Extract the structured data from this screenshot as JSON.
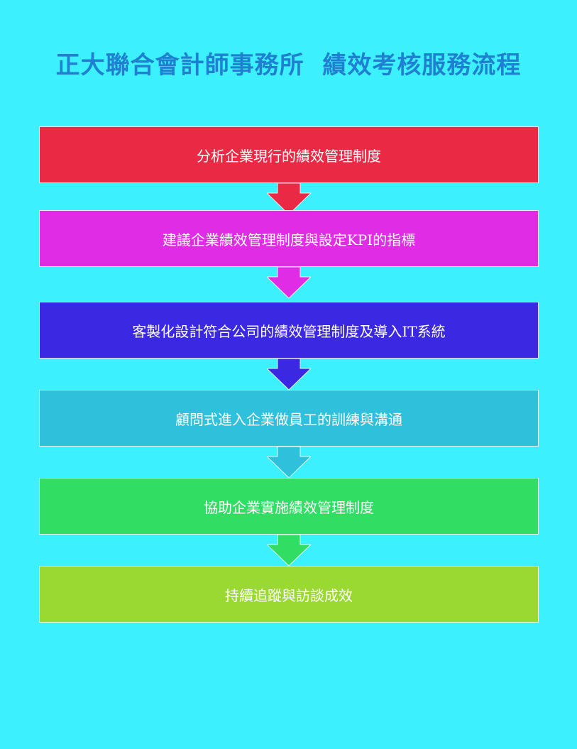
{
  "title": "正大聯合會計師事務所  績效考核服務流程",
  "colors": {
    "background": "#3cf0fd",
    "title": "#1f7fd0"
  },
  "steps": [
    {
      "label": "分析企業現行的績效管理制度",
      "color": "#ea2a44"
    },
    {
      "label": "建議企業績效管理制度與設定KPI的指標",
      "color": "#e02ce4"
    },
    {
      "label": "客製化設計符合公司的績效管理制度及導入IT系統",
      "color": "#3a28e2"
    },
    {
      "label": "顧問式進入企業做員工的訓練與溝通",
      "color": "#2fc0dc"
    },
    {
      "label": "協助企業實施績效管理制度",
      "color": "#31de63"
    },
    {
      "label": "持續追蹤與訪談成效",
      "color": "#9ad932"
    }
  ]
}
